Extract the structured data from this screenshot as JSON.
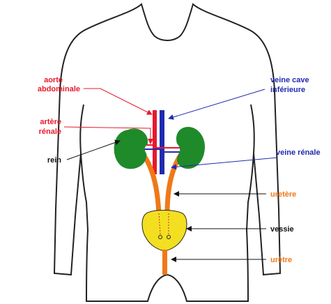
{
  "labels": {
    "aorte_line1": "aorte",
    "aorte_line2": "abdominale",
    "veine_cave_line1": "veine cave",
    "veine_cave_line2": "inférieure",
    "artere_line1": "artère",
    "artere_line2": "rénale",
    "rein": "rein",
    "veine_renale": "veine rénale",
    "uretere": "uretère",
    "vessie": "vessie",
    "uretre": "urètre"
  },
  "colors": {
    "red": "#e8192c",
    "blue": "#1f2bb0",
    "black": "#111111",
    "orange": "#f07818",
    "kidney": "#1f8a2a",
    "bladder": "#f2e020",
    "outline": "#222222"
  }
}
